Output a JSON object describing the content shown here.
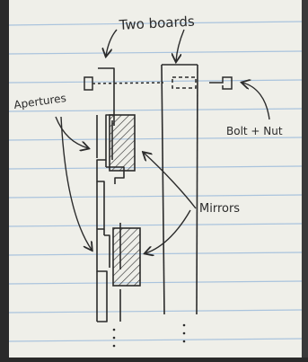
{
  "labels": {
    "title": "Two boards",
    "apertures": "Apertures",
    "mirrors": "Mirrors",
    "bolt_nut": "Bolt + Nut"
  },
  "colors": {
    "paper": "#efefe9",
    "rule_line": "#a9c3dd",
    "margin_line": "#d9a0a0",
    "ink": "#2b2b2b"
  }
}
